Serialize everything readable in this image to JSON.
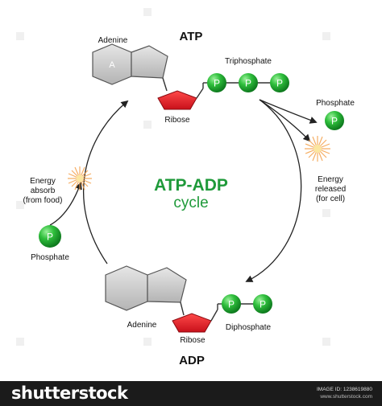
{
  "labels": {
    "atp_title": "ATP",
    "adp_title": "ADP",
    "cycle_line1": "ATP-ADP",
    "cycle_line2": "cycle",
    "adenine_top": "Adenine",
    "adenine_bottom": "Adenine",
    "ribose_top": "Ribose",
    "ribose_bottom": "Ribose",
    "triphosphate": "Triphosphate",
    "diphosphate": "Diphosphate",
    "phosphate_right": "Phosphate",
    "phosphate_left": "Phosphate",
    "energy_absorb": [
      "Energy",
      "absorb",
      "(from food)"
    ],
    "energy_released": [
      "Energy",
      "released",
      "(for cell)"
    ],
    "adenine_letter": "A",
    "p_letter": "P"
  },
  "footer": {
    "brand": "shutterstock",
    "image_id": "IMAGE ID: 1238619880",
    "site": "www.shutterstock.com"
  },
  "colors": {
    "phosphate_green": "#22a83a",
    "ribose_red": "#e8202a",
    "cycle_green": "#1f9a3a",
    "adenine_gray": "#c8c8c8"
  }
}
